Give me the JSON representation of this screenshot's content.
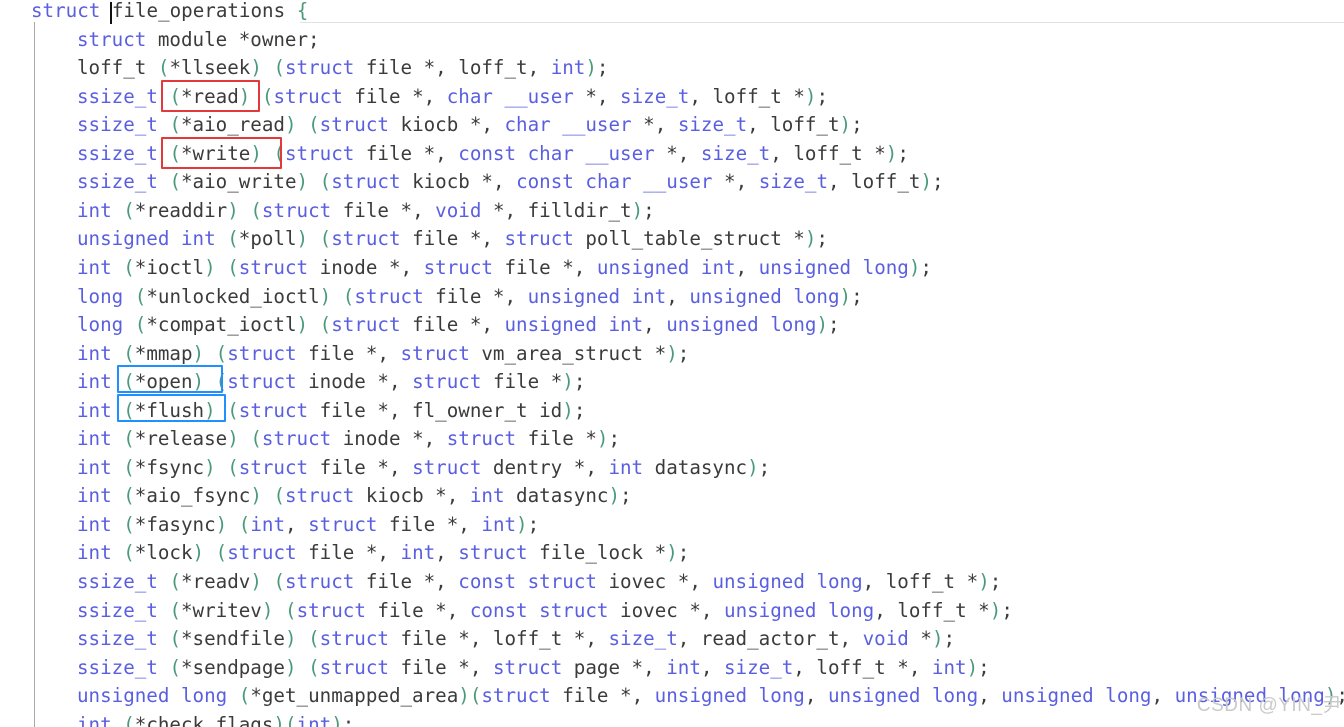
{
  "code_lines": [
    [
      [
        "kw",
        "struct"
      ],
      [
        "t",
        " file_operations "
      ],
      [
        "pn",
        "{"
      ]
    ],
    [
      [
        "kw",
        "struct"
      ],
      [
        "t",
        " module *owner;"
      ]
    ],
    [
      [
        "t",
        "loff_t "
      ],
      [
        "pn",
        "("
      ],
      [
        "t",
        "*llseek"
      ],
      [
        "pn",
        ")"
      ],
      [
        "t",
        " "
      ],
      [
        "pn",
        "("
      ],
      [
        "kw",
        "struct"
      ],
      [
        "t",
        " file *, loff_t, "
      ],
      [
        "kw",
        "int"
      ],
      [
        "pn",
        ")"
      ],
      [
        "t",
        ";"
      ]
    ],
    [
      [
        "kw",
        "ssize_t"
      ],
      [
        "t",
        " "
      ],
      [
        "pn",
        "("
      ],
      [
        "t",
        "*read"
      ],
      [
        "pn",
        ")"
      ],
      [
        "t",
        " "
      ],
      [
        "pn",
        "("
      ],
      [
        "kw",
        "struct"
      ],
      [
        "t",
        " file *, "
      ],
      [
        "kw",
        "char"
      ],
      [
        "t",
        " "
      ],
      [
        "kw",
        "__user"
      ],
      [
        "t",
        " *, "
      ],
      [
        "kw",
        "size_t"
      ],
      [
        "t",
        ", loff_t *"
      ],
      [
        "pn",
        ")"
      ],
      [
        "t",
        ";"
      ]
    ],
    [
      [
        "kw",
        "ssize_t"
      ],
      [
        "t",
        " "
      ],
      [
        "pn",
        "("
      ],
      [
        "t",
        "*aio_read"
      ],
      [
        "pn",
        ")"
      ],
      [
        "t",
        " "
      ],
      [
        "pn",
        "("
      ],
      [
        "kw",
        "struct"
      ],
      [
        "t",
        " kiocb *, "
      ],
      [
        "kw",
        "char"
      ],
      [
        "t",
        " "
      ],
      [
        "kw",
        "__user"
      ],
      [
        "t",
        " *, "
      ],
      [
        "kw",
        "size_t"
      ],
      [
        "t",
        ", loff_t"
      ],
      [
        "pn",
        ")"
      ],
      [
        "t",
        ";"
      ]
    ],
    [
      [
        "kw",
        "ssize_t"
      ],
      [
        "t",
        " "
      ],
      [
        "pn",
        "("
      ],
      [
        "t",
        "*write"
      ],
      [
        "pn",
        ")"
      ],
      [
        "t",
        " "
      ],
      [
        "pn",
        "("
      ],
      [
        "kw",
        "struct"
      ],
      [
        "t",
        " file *, "
      ],
      [
        "kw",
        "const"
      ],
      [
        "t",
        " "
      ],
      [
        "kw",
        "char"
      ],
      [
        "t",
        " "
      ],
      [
        "kw",
        "__user"
      ],
      [
        "t",
        " *, "
      ],
      [
        "kw",
        "size_t"
      ],
      [
        "t",
        ", loff_t *"
      ],
      [
        "pn",
        ")"
      ],
      [
        "t",
        ";"
      ]
    ],
    [
      [
        "kw",
        "ssize_t"
      ],
      [
        "t",
        " "
      ],
      [
        "pn",
        "("
      ],
      [
        "t",
        "*aio_write"
      ],
      [
        "pn",
        ")"
      ],
      [
        "t",
        " "
      ],
      [
        "pn",
        "("
      ],
      [
        "kw",
        "struct"
      ],
      [
        "t",
        " kiocb *, "
      ],
      [
        "kw",
        "const"
      ],
      [
        "t",
        " "
      ],
      [
        "kw",
        "char"
      ],
      [
        "t",
        " "
      ],
      [
        "kw",
        "__user"
      ],
      [
        "t",
        " *, "
      ],
      [
        "kw",
        "size_t"
      ],
      [
        "t",
        ", loff_t"
      ],
      [
        "pn",
        ")"
      ],
      [
        "t",
        ";"
      ]
    ],
    [
      [
        "kw",
        "int"
      ],
      [
        "t",
        " "
      ],
      [
        "pn",
        "("
      ],
      [
        "t",
        "*readdir"
      ],
      [
        "pn",
        ")"
      ],
      [
        "t",
        " "
      ],
      [
        "pn",
        "("
      ],
      [
        "kw",
        "struct"
      ],
      [
        "t",
        " file *, "
      ],
      [
        "kw",
        "void"
      ],
      [
        "t",
        " *, filldir_t"
      ],
      [
        "pn",
        ")"
      ],
      [
        "t",
        ";"
      ]
    ],
    [
      [
        "kw",
        "unsigned"
      ],
      [
        "t",
        " "
      ],
      [
        "kw",
        "int"
      ],
      [
        "t",
        " "
      ],
      [
        "pn",
        "("
      ],
      [
        "t",
        "*poll"
      ],
      [
        "pn",
        ")"
      ],
      [
        "t",
        " "
      ],
      [
        "pn",
        "("
      ],
      [
        "kw",
        "struct"
      ],
      [
        "t",
        " file *, "
      ],
      [
        "kw",
        "struct"
      ],
      [
        "t",
        " poll_table_struct *"
      ],
      [
        "pn",
        ")"
      ],
      [
        "t",
        ";"
      ]
    ],
    [
      [
        "kw",
        "int"
      ],
      [
        "t",
        " "
      ],
      [
        "pn",
        "("
      ],
      [
        "t",
        "*ioctl"
      ],
      [
        "pn",
        ")"
      ],
      [
        "t",
        " "
      ],
      [
        "pn",
        "("
      ],
      [
        "kw",
        "struct"
      ],
      [
        "t",
        " inode *, "
      ],
      [
        "kw",
        "struct"
      ],
      [
        "t",
        " file *, "
      ],
      [
        "kw",
        "unsigned"
      ],
      [
        "t",
        " "
      ],
      [
        "kw",
        "int"
      ],
      [
        "t",
        ", "
      ],
      [
        "kw",
        "unsigned"
      ],
      [
        "t",
        " "
      ],
      [
        "kw",
        "long"
      ],
      [
        "pn",
        ")"
      ],
      [
        "t",
        ";"
      ]
    ],
    [
      [
        "kw",
        "long"
      ],
      [
        "t",
        " "
      ],
      [
        "pn",
        "("
      ],
      [
        "t",
        "*unlocked_ioctl"
      ],
      [
        "pn",
        ")"
      ],
      [
        "t",
        " "
      ],
      [
        "pn",
        "("
      ],
      [
        "kw",
        "struct"
      ],
      [
        "t",
        " file *, "
      ],
      [
        "kw",
        "unsigned"
      ],
      [
        "t",
        " "
      ],
      [
        "kw",
        "int"
      ],
      [
        "t",
        ", "
      ],
      [
        "kw",
        "unsigned"
      ],
      [
        "t",
        " "
      ],
      [
        "kw",
        "long"
      ],
      [
        "pn",
        ")"
      ],
      [
        "t",
        ";"
      ]
    ],
    [
      [
        "kw",
        "long"
      ],
      [
        "t",
        " "
      ],
      [
        "pn",
        "("
      ],
      [
        "t",
        "*compat_ioctl"
      ],
      [
        "pn",
        ")"
      ],
      [
        "t",
        " "
      ],
      [
        "pn",
        "("
      ],
      [
        "kw",
        "struct"
      ],
      [
        "t",
        " file *, "
      ],
      [
        "kw",
        "unsigned"
      ],
      [
        "t",
        " "
      ],
      [
        "kw",
        "int"
      ],
      [
        "t",
        ", "
      ],
      [
        "kw",
        "unsigned"
      ],
      [
        "t",
        " "
      ],
      [
        "kw",
        "long"
      ],
      [
        "pn",
        ")"
      ],
      [
        "t",
        ";"
      ]
    ],
    [
      [
        "kw",
        "int"
      ],
      [
        "t",
        " "
      ],
      [
        "pn",
        "("
      ],
      [
        "t",
        "*mmap"
      ],
      [
        "pn",
        ")"
      ],
      [
        "t",
        " "
      ],
      [
        "pn",
        "("
      ],
      [
        "kw",
        "struct"
      ],
      [
        "t",
        " file *, "
      ],
      [
        "kw",
        "struct"
      ],
      [
        "t",
        " vm_area_struct *"
      ],
      [
        "pn",
        ")"
      ],
      [
        "t",
        ";"
      ]
    ],
    [
      [
        "kw",
        "int"
      ],
      [
        "t",
        " "
      ],
      [
        "pn",
        "("
      ],
      [
        "t",
        "*open"
      ],
      [
        "pn",
        ")"
      ],
      [
        "t",
        " "
      ],
      [
        "pn",
        "("
      ],
      [
        "kw",
        "struct"
      ],
      [
        "t",
        " inode *, "
      ],
      [
        "kw",
        "struct"
      ],
      [
        "t",
        " file *"
      ],
      [
        "pn",
        ")"
      ],
      [
        "t",
        ";"
      ]
    ],
    [
      [
        "kw",
        "int"
      ],
      [
        "t",
        " "
      ],
      [
        "pn",
        "("
      ],
      [
        "t",
        "*flush"
      ],
      [
        "pn",
        ")"
      ],
      [
        "t",
        " "
      ],
      [
        "pn",
        "("
      ],
      [
        "kw",
        "struct"
      ],
      [
        "t",
        " file *, fl_owner_t id"
      ],
      [
        "pn",
        ")"
      ],
      [
        "t",
        ";"
      ]
    ],
    [
      [
        "kw",
        "int"
      ],
      [
        "t",
        " "
      ],
      [
        "pn",
        "("
      ],
      [
        "t",
        "*release"
      ],
      [
        "pn",
        ")"
      ],
      [
        "t",
        " "
      ],
      [
        "pn",
        "("
      ],
      [
        "kw",
        "struct"
      ],
      [
        "t",
        " inode *, "
      ],
      [
        "kw",
        "struct"
      ],
      [
        "t",
        " file *"
      ],
      [
        "pn",
        ")"
      ],
      [
        "t",
        ";"
      ]
    ],
    [
      [
        "kw",
        "int"
      ],
      [
        "t",
        " "
      ],
      [
        "pn",
        "("
      ],
      [
        "t",
        "*fsync"
      ],
      [
        "pn",
        ")"
      ],
      [
        "t",
        " "
      ],
      [
        "pn",
        "("
      ],
      [
        "kw",
        "struct"
      ],
      [
        "t",
        " file *, "
      ],
      [
        "kw",
        "struct"
      ],
      [
        "t",
        " dentry *, "
      ],
      [
        "kw",
        "int"
      ],
      [
        "t",
        " datasync"
      ],
      [
        "pn",
        ")"
      ],
      [
        "t",
        ";"
      ]
    ],
    [
      [
        "kw",
        "int"
      ],
      [
        "t",
        " "
      ],
      [
        "pn",
        "("
      ],
      [
        "t",
        "*aio_fsync"
      ],
      [
        "pn",
        ")"
      ],
      [
        "t",
        " "
      ],
      [
        "pn",
        "("
      ],
      [
        "kw",
        "struct"
      ],
      [
        "t",
        " kiocb *, "
      ],
      [
        "kw",
        "int"
      ],
      [
        "t",
        " datasync"
      ],
      [
        "pn",
        ")"
      ],
      [
        "t",
        ";"
      ]
    ],
    [
      [
        "kw",
        "int"
      ],
      [
        "t",
        " "
      ],
      [
        "pn",
        "("
      ],
      [
        "t",
        "*fasync"
      ],
      [
        "pn",
        ")"
      ],
      [
        "t",
        " "
      ],
      [
        "pn",
        "("
      ],
      [
        "kw",
        "int"
      ],
      [
        "t",
        ", "
      ],
      [
        "kw",
        "struct"
      ],
      [
        "t",
        " file *, "
      ],
      [
        "kw",
        "int"
      ],
      [
        "pn",
        ")"
      ],
      [
        "t",
        ";"
      ]
    ],
    [
      [
        "kw",
        "int"
      ],
      [
        "t",
        " "
      ],
      [
        "pn",
        "("
      ],
      [
        "t",
        "*lock"
      ],
      [
        "pn",
        ")"
      ],
      [
        "t",
        " "
      ],
      [
        "pn",
        "("
      ],
      [
        "kw",
        "struct"
      ],
      [
        "t",
        " file *, "
      ],
      [
        "kw",
        "int"
      ],
      [
        "t",
        ", "
      ],
      [
        "kw",
        "struct"
      ],
      [
        "t",
        " file_lock *"
      ],
      [
        "pn",
        ")"
      ],
      [
        "t",
        ";"
      ]
    ],
    [
      [
        "kw",
        "ssize_t"
      ],
      [
        "t",
        " "
      ],
      [
        "pn",
        "("
      ],
      [
        "t",
        "*readv"
      ],
      [
        "pn",
        ")"
      ],
      [
        "t",
        " "
      ],
      [
        "pn",
        "("
      ],
      [
        "kw",
        "struct"
      ],
      [
        "t",
        " file *, "
      ],
      [
        "kw",
        "const"
      ],
      [
        "t",
        " "
      ],
      [
        "kw",
        "struct"
      ],
      [
        "t",
        " iovec *, "
      ],
      [
        "kw",
        "unsigned"
      ],
      [
        "t",
        " "
      ],
      [
        "kw",
        "long"
      ],
      [
        "t",
        ", loff_t *"
      ],
      [
        "pn",
        ")"
      ],
      [
        "t",
        ";"
      ]
    ],
    [
      [
        "kw",
        "ssize_t"
      ],
      [
        "t",
        " "
      ],
      [
        "pn",
        "("
      ],
      [
        "t",
        "*writev"
      ],
      [
        "pn",
        ")"
      ],
      [
        "t",
        " "
      ],
      [
        "pn",
        "("
      ],
      [
        "kw",
        "struct"
      ],
      [
        "t",
        " file *, "
      ],
      [
        "kw",
        "const"
      ],
      [
        "t",
        " "
      ],
      [
        "kw",
        "struct"
      ],
      [
        "t",
        " iovec *, "
      ],
      [
        "kw",
        "unsigned"
      ],
      [
        "t",
        " "
      ],
      [
        "kw",
        "long"
      ],
      [
        "t",
        ", loff_t *"
      ],
      [
        "pn",
        ")"
      ],
      [
        "t",
        ";"
      ]
    ],
    [
      [
        "kw",
        "ssize_t"
      ],
      [
        "t",
        " "
      ],
      [
        "pn",
        "("
      ],
      [
        "t",
        "*sendfile"
      ],
      [
        "pn",
        ")"
      ],
      [
        "t",
        " "
      ],
      [
        "pn",
        "("
      ],
      [
        "kw",
        "struct"
      ],
      [
        "t",
        " file *, loff_t *, "
      ],
      [
        "kw",
        "size_t"
      ],
      [
        "t",
        ", read_actor_t, "
      ],
      [
        "kw",
        "void"
      ],
      [
        "t",
        " *"
      ],
      [
        "pn",
        ")"
      ],
      [
        "t",
        ";"
      ]
    ],
    [
      [
        "kw",
        "ssize_t"
      ],
      [
        "t",
        " "
      ],
      [
        "pn",
        "("
      ],
      [
        "t",
        "*sendpage"
      ],
      [
        "pn",
        ")"
      ],
      [
        "t",
        " "
      ],
      [
        "pn",
        "("
      ],
      [
        "kw",
        "struct"
      ],
      [
        "t",
        " file *, "
      ],
      [
        "kw",
        "struct"
      ],
      [
        "t",
        " page *, "
      ],
      [
        "kw",
        "int"
      ],
      [
        "t",
        ", "
      ],
      [
        "kw",
        "size_t"
      ],
      [
        "t",
        ", loff_t *, "
      ],
      [
        "kw",
        "int"
      ],
      [
        "pn",
        ")"
      ],
      [
        "t",
        ";"
      ]
    ],
    [
      [
        "kw",
        "unsigned"
      ],
      [
        "t",
        " "
      ],
      [
        "kw",
        "long"
      ],
      [
        "t",
        " "
      ],
      [
        "pn",
        "("
      ],
      [
        "t",
        "*get_unmapped_area"
      ],
      [
        "pn",
        ")"
      ],
      [
        "pn",
        "("
      ],
      [
        "kw",
        "struct"
      ],
      [
        "t",
        " file *, "
      ],
      [
        "kw",
        "unsigned"
      ],
      [
        "t",
        " "
      ],
      [
        "kw",
        "long"
      ],
      [
        "t",
        ", "
      ],
      [
        "kw",
        "unsigned"
      ],
      [
        "t",
        " "
      ],
      [
        "kw",
        "long"
      ],
      [
        "t",
        ", "
      ],
      [
        "kw",
        "unsigned"
      ],
      [
        "t",
        " "
      ],
      [
        "kw",
        "long"
      ],
      [
        "t",
        ", "
      ],
      [
        "kw",
        "unsigned"
      ],
      [
        "t",
        " "
      ],
      [
        "kw",
        "long"
      ],
      [
        "pn",
        ")"
      ],
      [
        "t",
        ";"
      ]
    ],
    [
      [
        "kw",
        "int"
      ],
      [
        "t",
        " "
      ],
      [
        "pn",
        "("
      ],
      [
        "t",
        "*check_flags"
      ],
      [
        "pn",
        ")"
      ],
      [
        "pn",
        "("
      ],
      [
        "kw",
        "int"
      ],
      [
        "pn",
        ")"
      ],
      [
        "t",
        ";"
      ]
    ]
  ],
  "colors": {
    "keyword": "#5a5fe0",
    "text": "#3b3b3b",
    "paren": "#4a9a7a",
    "highlight_red": "#e23a3a",
    "highlight_blue": "#1e90ff"
  },
  "watermark": "CSDN @YIN_尹"
}
